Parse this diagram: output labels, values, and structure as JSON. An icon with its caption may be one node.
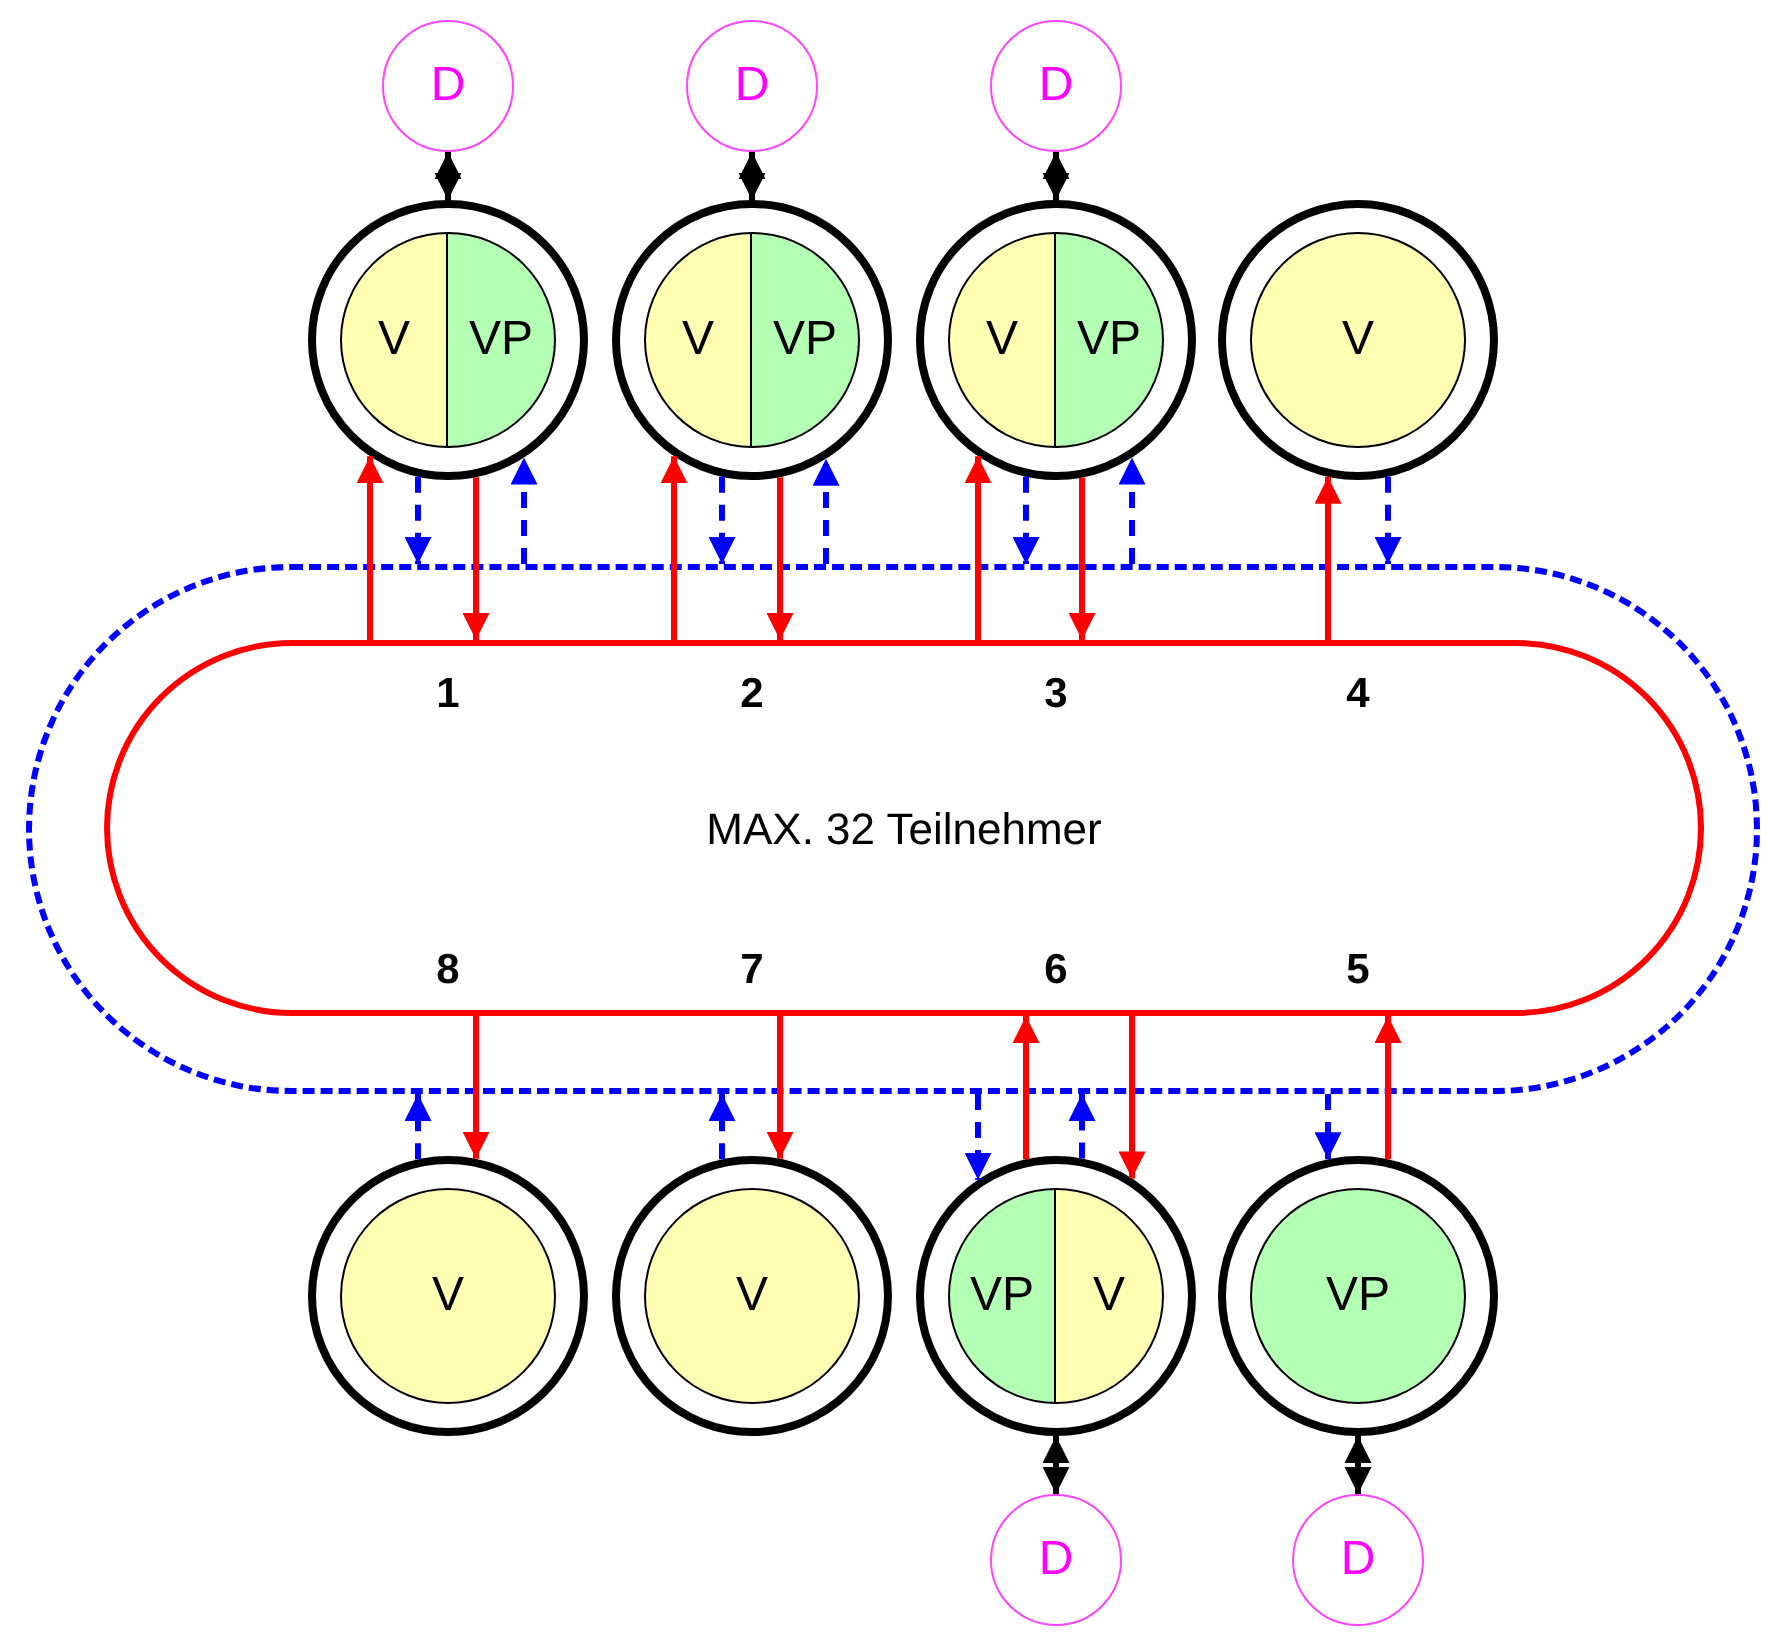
{
  "diagram": {
    "nodes": [
      {
        "text": [
          "D"
        ]
      },
      {
        "text": [
          "D"
        ]
      },
      {
        "text": [
          "D"
        ]
      },
      {
        "text": [],
        "shape": "circle"
      },
      {
        "text": [
          "V"
        ],
        "in": 3
      },
      {
        "text": [
          "VP"
        ],
        "in": 3
      },
      {
        "text": [],
        "shape": "circle"
      },
      {
        "text": [
          "V"
        ],
        "in": 6
      },
      {
        "text": [
          "VP"
        ],
        "in": 6
      },
      {
        "text": [],
        "shape": "circle"
      },
      {
        "text": [
          "V"
        ],
        "in": 9
      },
      {
        "text": [
          "VP"
        ],
        "in": 9
      },
      {
        "text": [],
        "shape": "circle"
      },
      {
        "text": [
          "V"
        ],
        "in": 12
      },
      {
        "text": [
          "MAX. 32 Teilnehmer"
        ],
        "in": 15
      },
      {
        "text": [],
        "shape": "ring"
      },
      {
        "text": [],
        "shape": "circle"
      },
      {
        "text": [
          "V"
        ],
        "in": 16
      },
      {
        "text": [],
        "shape": "circle"
      },
      {
        "text": [
          "V"
        ],
        "in": 18
      },
      {
        "text": [],
        "shape": "circle"
      },
      {
        "text": [
          "VP"
        ],
        "in": 20
      },
      {
        "text": [
          "V"
        ],
        "in": 20
      },
      {
        "text": [],
        "shape": "circle"
      },
      {
        "text": [
          "VP"
        ],
        "in": 23
      },
      {
        "text": [
          "D"
        ]
      },
      {
        "text": [
          "D"
        ]
      }
    ],
    "edges": [
      {
        "from": 0,
        "to": 3,
        "arrow": "both",
        "color": "#000000"
      },
      {
        "from": 1,
        "to": 6,
        "arrow": "both",
        "color": "#000000"
      },
      {
        "from": 2,
        "to": 9,
        "arrow": "both",
        "color": "#000000"
      },
      {
        "from": 20,
        "to": 25,
        "arrow": "both",
        "color": "#000000"
      },
      {
        "from": 23,
        "to": 26,
        "arrow": "both",
        "color": "#000000"
      },
      {
        "from": 14,
        "to": 3,
        "arrow": "to",
        "color": "#ff0000"
      },
      {
        "from": 3,
        "to": 14,
        "arrow": "to",
        "color": "#ff0000"
      },
      {
        "from": 14,
        "to": 6,
        "arrow": "to",
        "color": "#ff0000"
      },
      {
        "from": 6,
        "to": 14,
        "arrow": "to",
        "color": "#ff0000"
      },
      {
        "from": 14,
        "to": 9,
        "arrow": "to",
        "color": "#ff0000"
      },
      {
        "from": 9,
        "to": 14,
        "arrow": "to",
        "color": "#ff0000"
      },
      {
        "from": 14,
        "to": 12,
        "arrow": "to",
        "color": "#ff0000"
      },
      {
        "from": 14,
        "to": 16,
        "arrow": "to",
        "color": "#ff0000"
      },
      {
        "from": 14,
        "to": 18,
        "arrow": "to",
        "color": "#ff0000"
      },
      {
        "from": 20,
        "to": 14,
        "arrow": "to",
        "color": "#ff0000"
      },
      {
        "from": 14,
        "to": 20,
        "arrow": "to",
        "color": "#ff0000"
      },
      {
        "from": 23,
        "to": 14,
        "arrow": "to",
        "color": "#ff0000"
      },
      {
        "from": 3,
        "to": 15,
        "arrow": "to",
        "color": "#0000ff",
        "style": "dashed"
      },
      {
        "from": 15,
        "to": 3,
        "arrow": "to",
        "color": "#0000ff",
        "style": "dashed"
      },
      {
        "from": 6,
        "to": 15,
        "arrow": "to",
        "color": "#0000ff",
        "style": "dashed"
      },
      {
        "from": 15,
        "to": 6,
        "arrow": "to",
        "color": "#0000ff",
        "style": "dashed"
      },
      {
        "from": 9,
        "to": 15,
        "arrow": "to",
        "color": "#0000ff",
        "style": "dashed"
      },
      {
        "from": 15,
        "to": 9,
        "arrow": "to",
        "color": "#0000ff",
        "style": "dashed"
      },
      {
        "from": 12,
        "to": 15,
        "arrow": "to",
        "color": "#0000ff",
        "style": "dashed"
      },
      {
        "from": 16,
        "to": 15,
        "arrow": "to",
        "color": "#0000ff",
        "style": "dashed"
      },
      {
        "from": 18,
        "to": 15,
        "arrow": "to",
        "color": "#0000ff",
        "style": "dashed"
      },
      {
        "from": 15,
        "to": 20,
        "arrow": "to",
        "color": "#0000ff",
        "style": "dashed"
      },
      {
        "from": 20,
        "to": 15,
        "arrow": "to",
        "color": "#0000ff",
        "style": "dashed"
      },
      {
        "from": 15,
        "to": 23,
        "arrow": "to",
        "color": "#0000ff",
        "style": "dashed"
      }
    ],
    "labels": [
      "1",
      "2",
      "3",
      "4",
      "8",
      "7",
      "6",
      "5"
    ]
  }
}
